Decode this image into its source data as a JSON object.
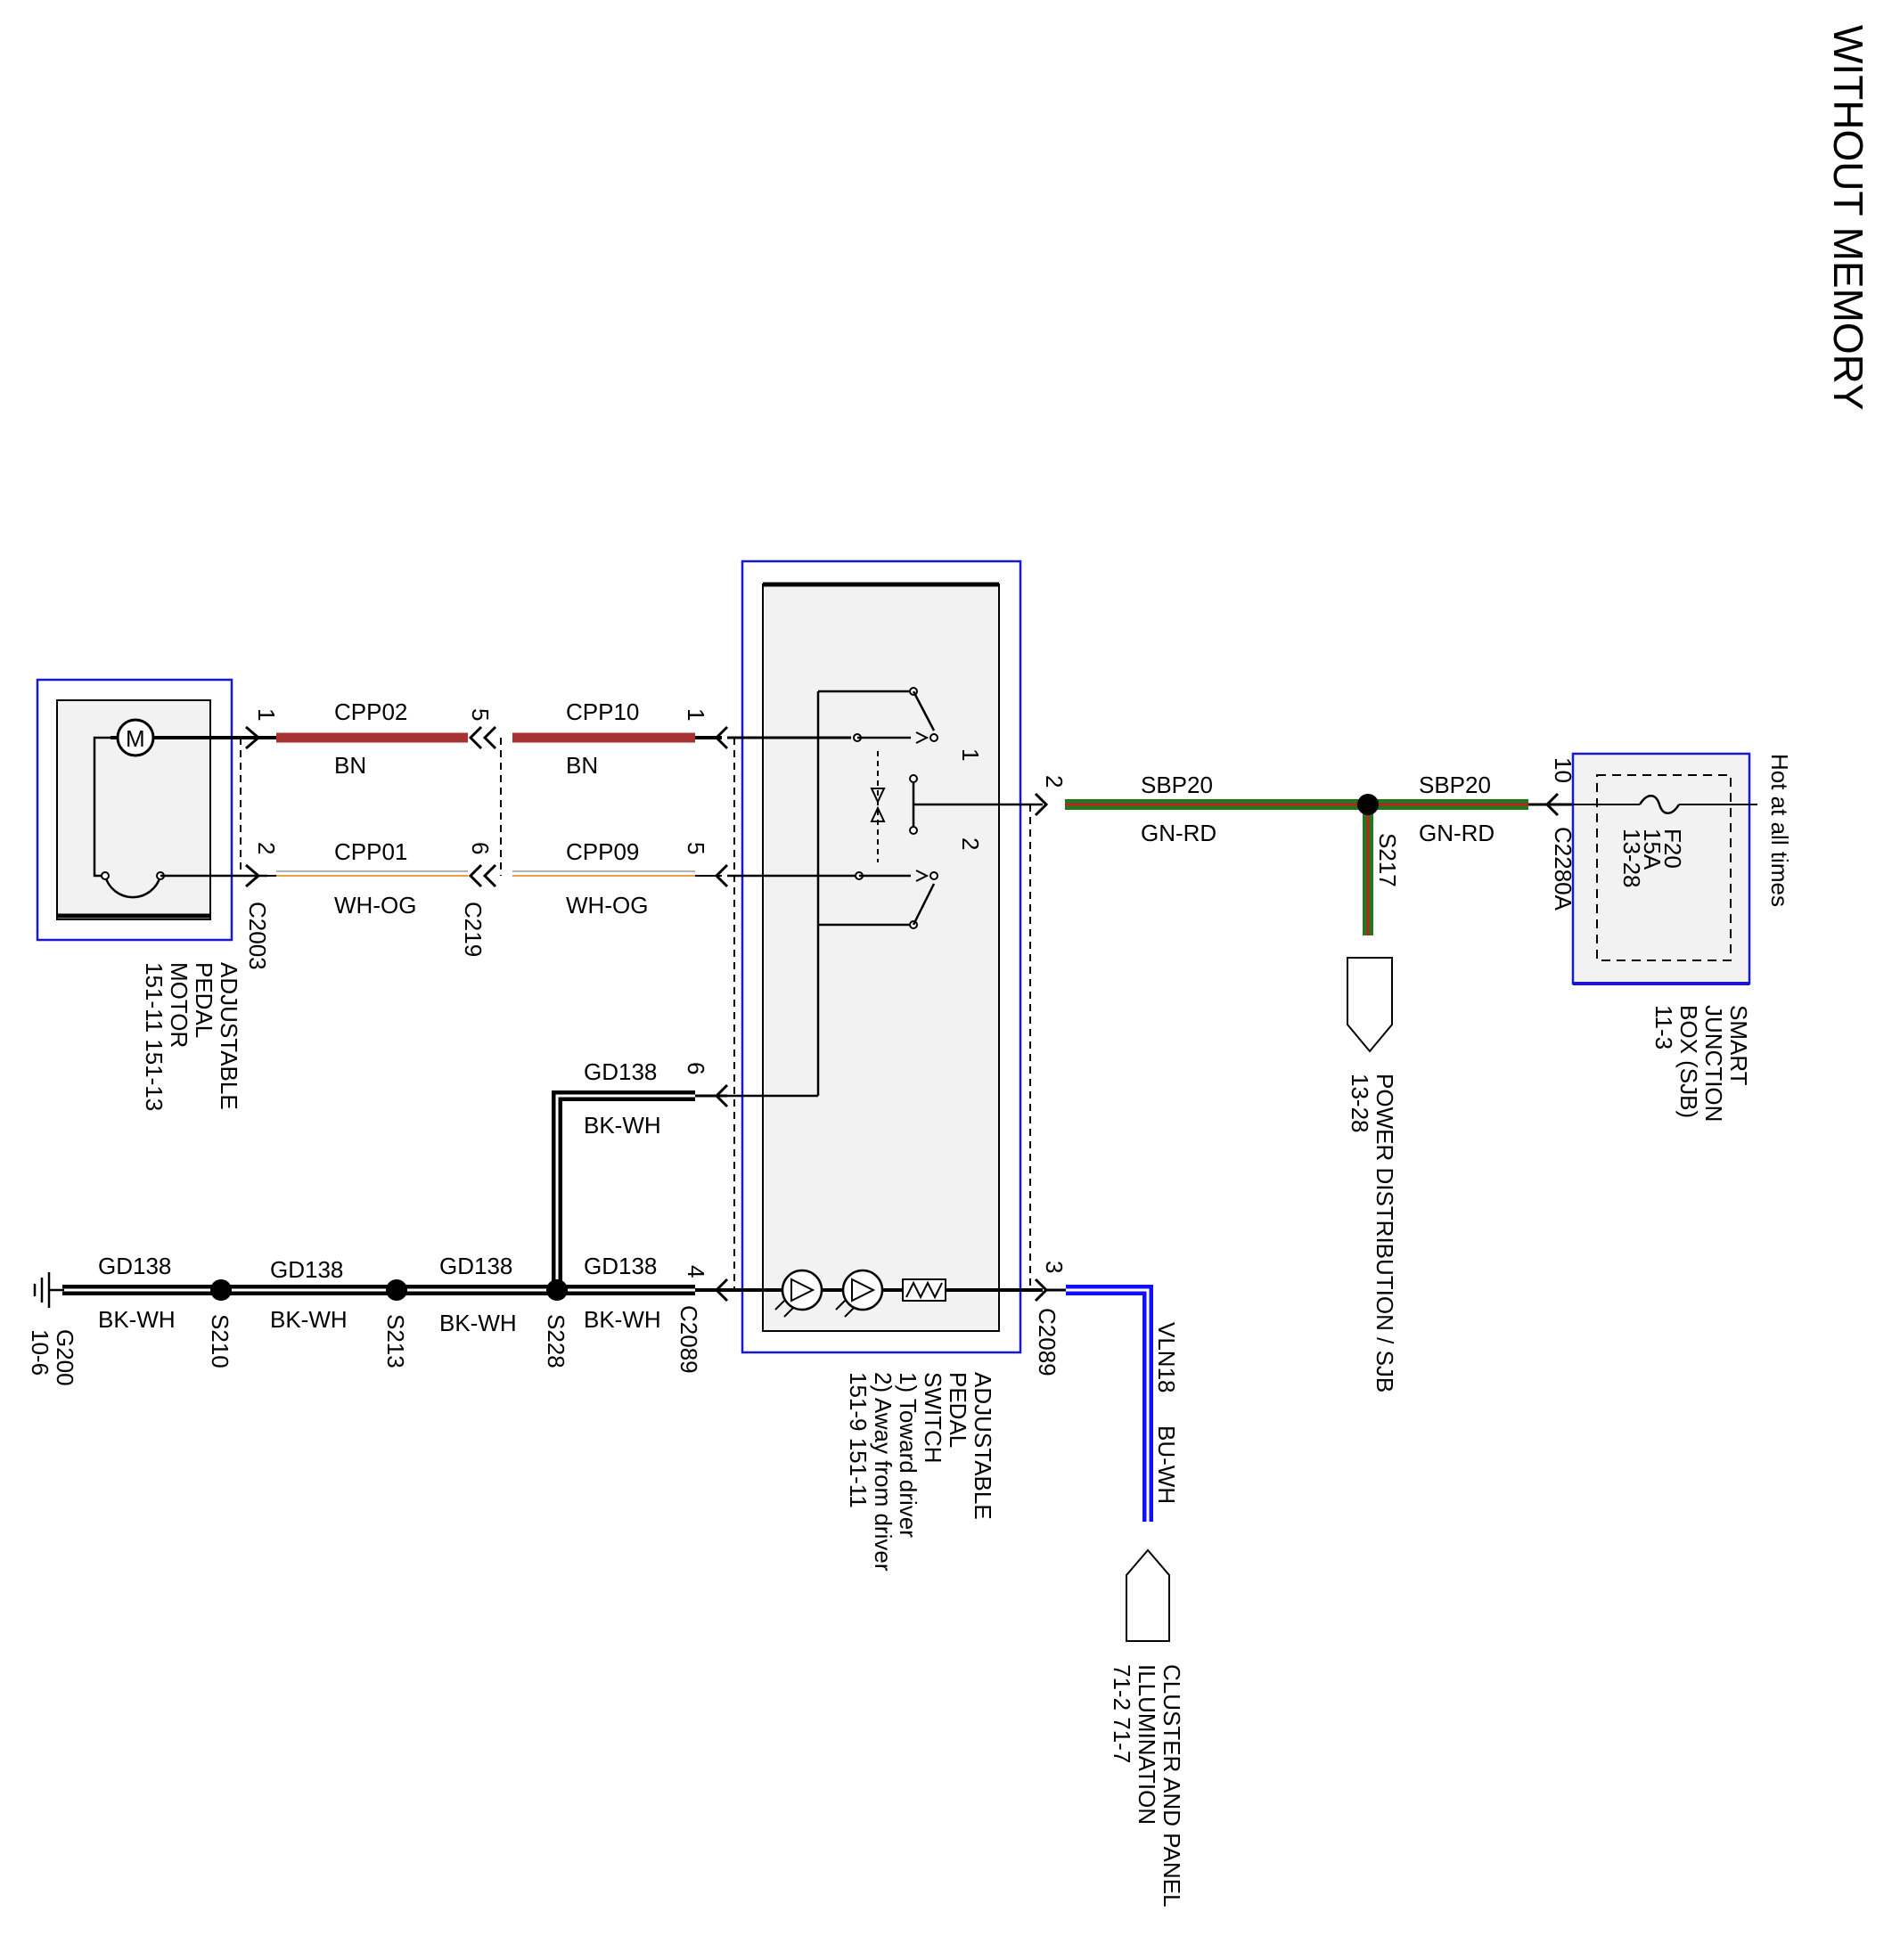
{
  "title": "WITHOUT MEMORY",
  "colors": {
    "brown": "#a83232",
    "white_orange": "#e8a040",
    "green": "#1f7a1f",
    "red": "#c02020",
    "blue": "#1010ff",
    "black": "#000000",
    "box_fill": "#f2f2f2",
    "box_border": "#1818d0"
  },
  "components": {
    "motor": {
      "lines": [
        "ADJUSTABLE",
        "PEDAL",
        "MOTOR",
        "151-11   151-13"
      ],
      "symbol": "M"
    },
    "switch": {
      "lines": [
        "ADJUSTABLE",
        "PEDAL",
        "SWITCH",
        "1) Toward driver",
        "2) Away from driver",
        "151-9   151-11"
      ]
    },
    "sjb": {
      "lines": [
        "SMART",
        "JUNCTION",
        "BOX (SJB)",
        "11-3"
      ],
      "fuse": [
        "F20",
        "15A",
        "13-28"
      ],
      "hot_label": "Hot at all times"
    },
    "power_dist": {
      "lines": [
        "POWER DISTRIBUTION / SJB",
        "13-28"
      ]
    },
    "cluster": {
      "lines": [
        "CLUSTER AND PANEL",
        "ILLUMINATION",
        "71-2    71-7"
      ]
    },
    "ground": {
      "lines": [
        "G200",
        "10-6"
      ]
    }
  },
  "connectors": {
    "c2003": "C2003",
    "c219": "C219",
    "c2089_left": "C2089",
    "c2089_right": "C2089",
    "c2280a": "C2280A"
  },
  "splices": {
    "s210": "S210",
    "s213": "S213",
    "s228": "S228",
    "s217": "S217"
  },
  "pins": {
    "p1": "1",
    "p5": "5",
    "p1b": "1",
    "p2": "2",
    "p6": "6",
    "p5b": "5",
    "p6b": "6",
    "p4": "4",
    "sw_pin2": "2",
    "sw_pin3": "3",
    "sjb_pin10": "10",
    "sw_pos1": "1",
    "sw_pos2": "2"
  },
  "wires": {
    "cpp02": {
      "circuit": "CPP02",
      "color": "BN"
    },
    "cpp10": {
      "circuit": "CPP10",
      "color": "BN"
    },
    "cpp01": {
      "circuit": "CPP01",
      "color": "WH-OG"
    },
    "cpp09": {
      "circuit": "CPP09",
      "color": "WH-OG"
    },
    "sbp20_a": {
      "circuit": "SBP20",
      "color": "GN-RD"
    },
    "sbp20_b": {
      "circuit": "SBP20",
      "color": "GN-RD"
    },
    "gd138_top": {
      "circuit": "GD138",
      "color": "BK-WH"
    },
    "gd138_1": {
      "circuit": "GD138",
      "color": "BK-WH"
    },
    "gd138_2": {
      "circuit": "GD138",
      "color": "BK-WH"
    },
    "gd138_3": {
      "circuit": "GD138",
      "color": "BK-WH"
    },
    "gd138_4": {
      "circuit": "GD138",
      "color": "BK-WH"
    },
    "vln18": {
      "circuit": "VLN18",
      "color": "BU-WH"
    }
  }
}
